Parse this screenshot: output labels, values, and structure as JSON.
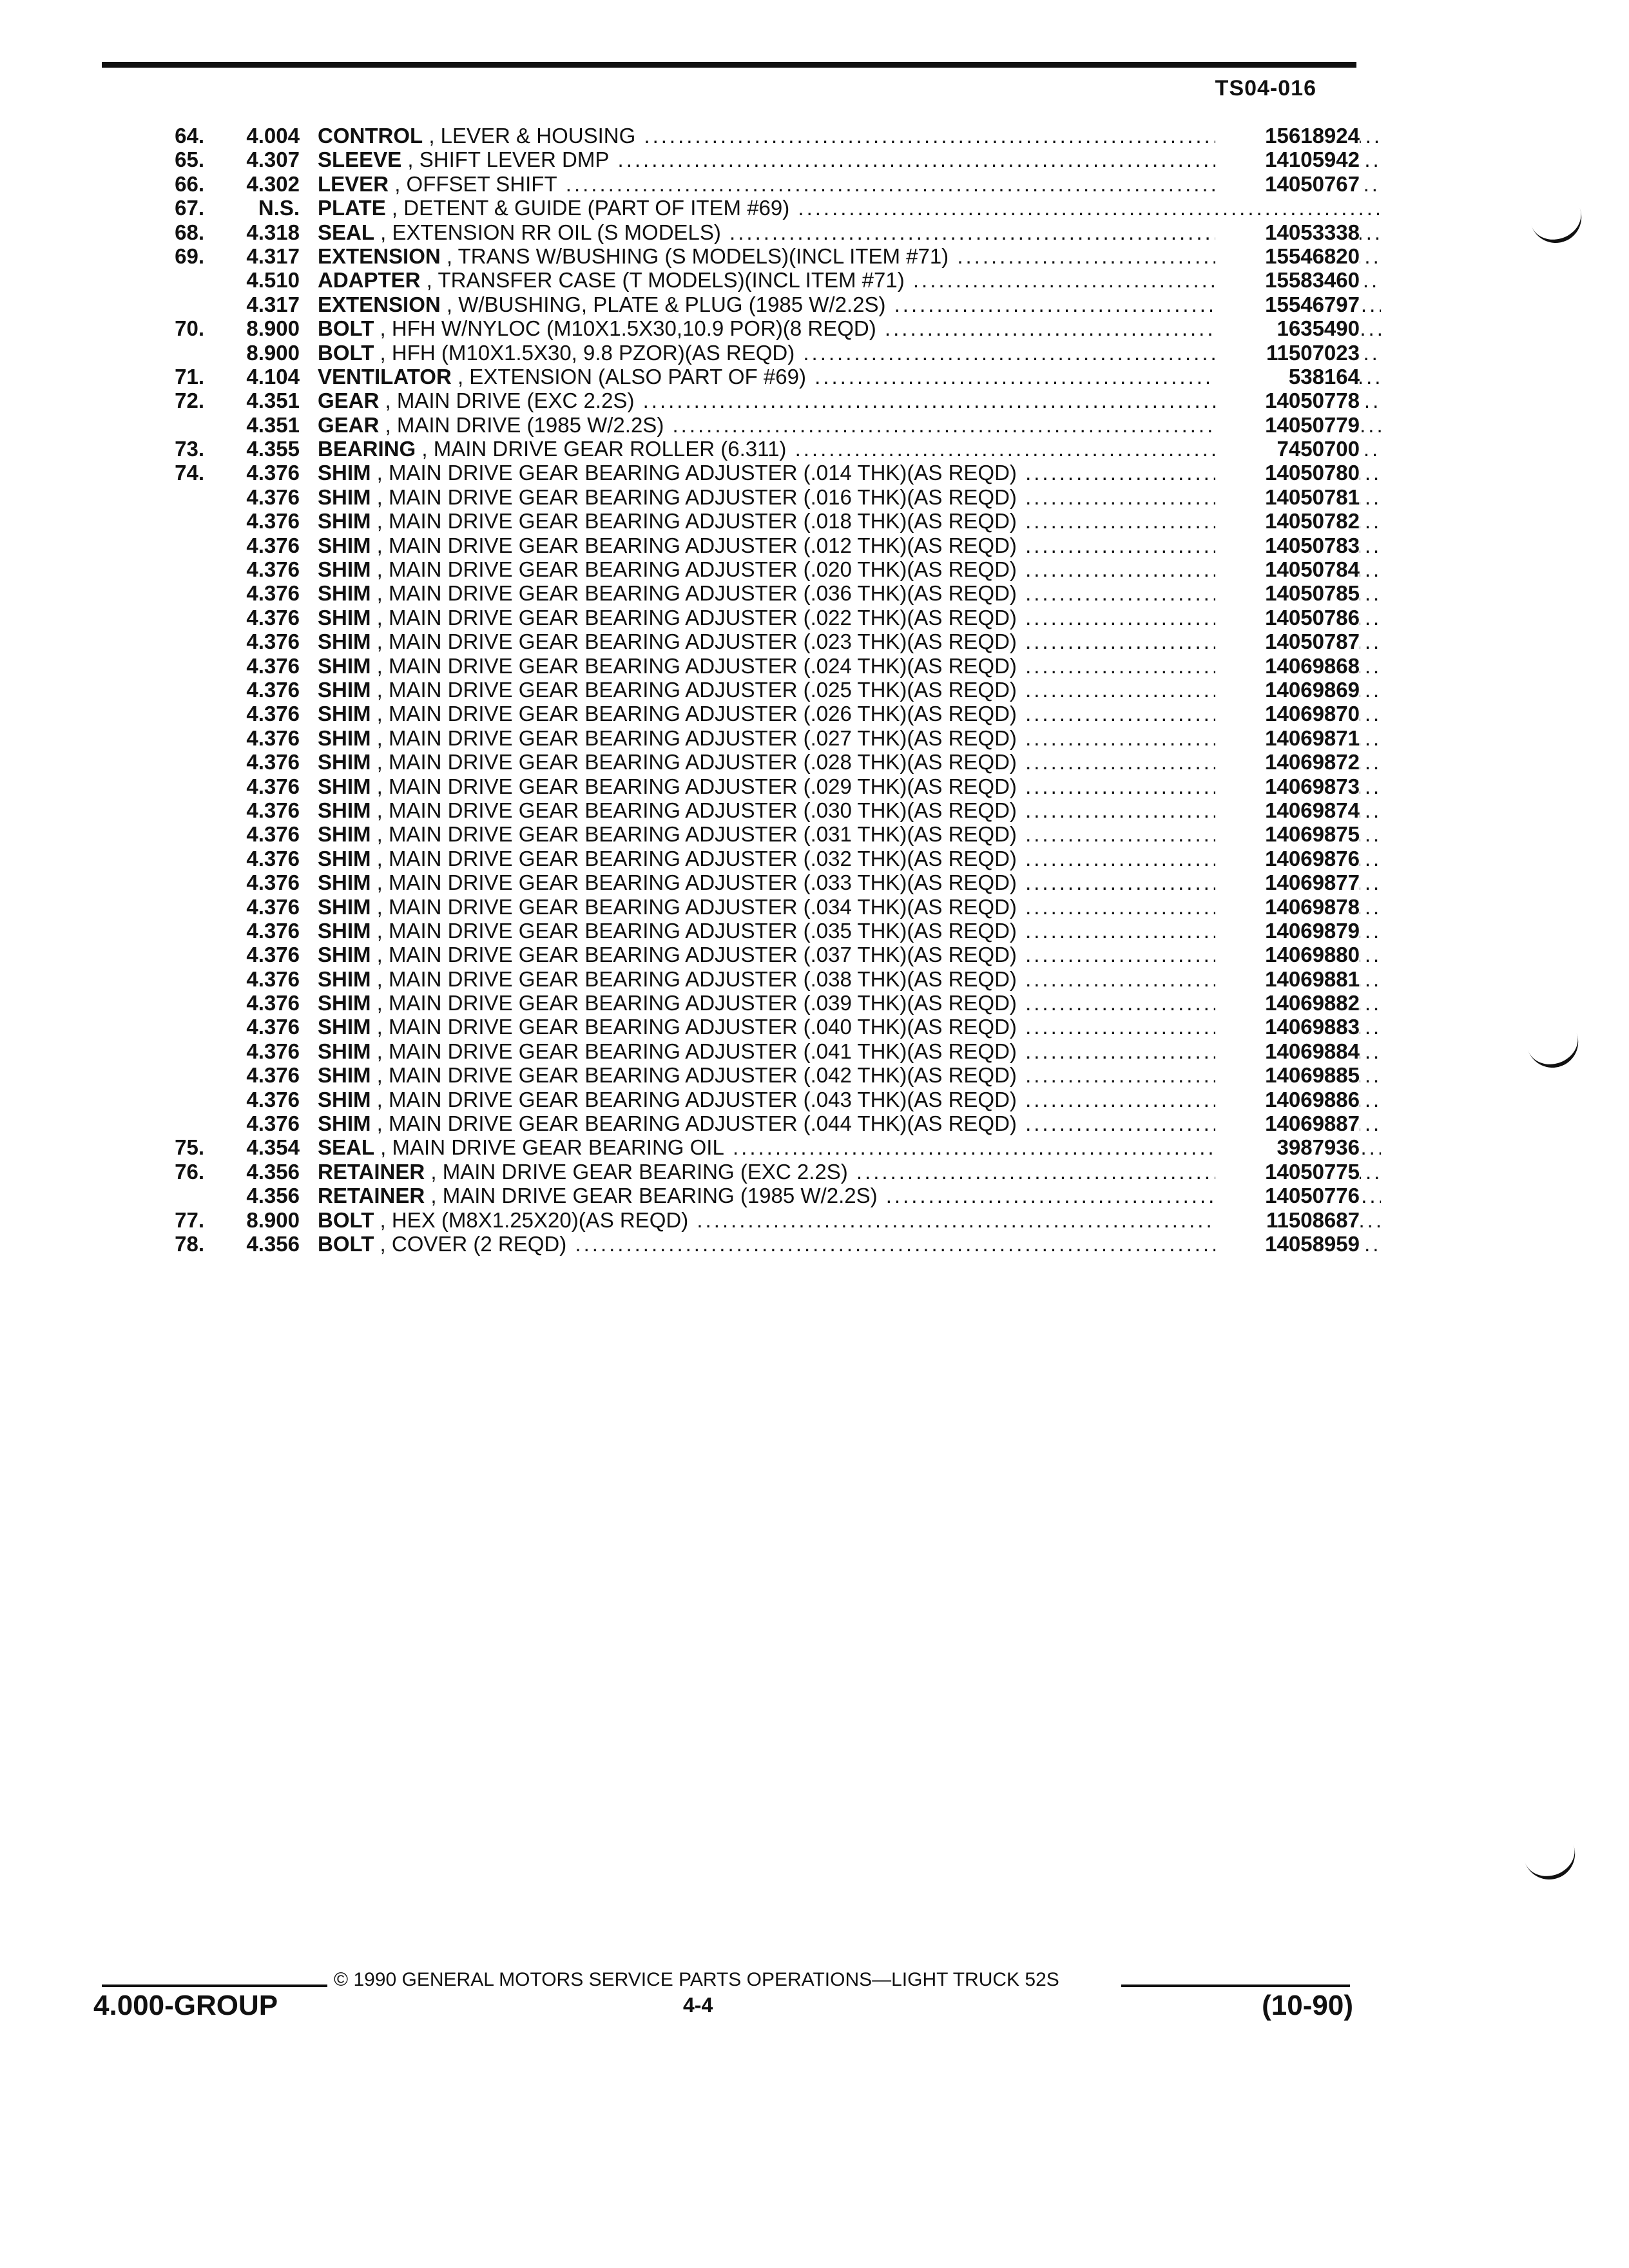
{
  "header": {
    "doc_code": "TS04-016"
  },
  "rows": [
    {
      "item": "64.",
      "grp": "4.004",
      "name": "CONTROL",
      "desc": "LEVER & HOUSING",
      "pn": "15618924"
    },
    {
      "item": "65.",
      "grp": "4.307",
      "name": "SLEEVE",
      "desc": "SHIFT LEVER DMP",
      "pn": "14105942"
    },
    {
      "item": "66.",
      "grp": "4.302",
      "name": "LEVER",
      "desc": "OFFSET SHIFT",
      "pn": "14050767"
    },
    {
      "item": "67.",
      "grp": "N.S.",
      "name": "PLATE",
      "desc": "DETENT & GUIDE (PART OF ITEM #69)",
      "pn": ""
    },
    {
      "item": "68.",
      "grp": "4.318",
      "name": "SEAL",
      "desc": "EXTENSION RR OIL (S MODELS)",
      "pn": "14053338"
    },
    {
      "item": "69.",
      "grp": "4.317",
      "name": "EXTENSION",
      "desc": "TRANS W/BUSHING (S MODELS)(INCL ITEM #71)",
      "pn": "15546820"
    },
    {
      "item": "",
      "grp": "4.510",
      "name": "ADAPTER",
      "desc": "TRANSFER CASE (T MODELS)(INCL ITEM #71)",
      "pn": "15583460"
    },
    {
      "item": "",
      "grp": "4.317",
      "name": "EXTENSION",
      "desc": "W/BUSHING, PLATE & PLUG (1985 W/2.2S)",
      "pn": "15546797"
    },
    {
      "item": "70.",
      "grp": "8.900",
      "name": "BOLT",
      "desc": "HFH W/NYLOC (M10X1.5X30,10.9 POR)(8 REQD)",
      "pn": "1635490"
    },
    {
      "item": "",
      "grp": "8.900",
      "name": "BOLT",
      "desc": "HFH (M10X1.5X30, 9.8 PZOR)(AS REQD)",
      "pn": "11507023"
    },
    {
      "item": "71.",
      "grp": "4.104",
      "name": "VENTILATOR",
      "desc": "EXTENSION (ALSO PART OF #69)",
      "pn": "538164"
    },
    {
      "item": "72.",
      "grp": "4.351",
      "name": "GEAR",
      "desc": "MAIN DRIVE (EXC 2.2S)",
      "pn": "14050778"
    },
    {
      "item": "",
      "grp": "4.351",
      "name": "GEAR",
      "desc": "MAIN DRIVE (1985 W/2.2S)",
      "pn": "14050779"
    },
    {
      "item": "73.",
      "grp": "4.355",
      "name": "BEARING",
      "desc": "MAIN DRIVE GEAR ROLLER (6.311)",
      "pn": "7450700"
    },
    {
      "item": "74.",
      "grp": "4.376",
      "name": "SHIM",
      "desc": "MAIN DRIVE GEAR BEARING ADJUSTER (.014 THK)(AS REQD)",
      "pn": "14050780"
    },
    {
      "item": "",
      "grp": "4.376",
      "name": "SHIM",
      "desc": "MAIN DRIVE GEAR BEARING ADJUSTER (.016 THK)(AS REQD)",
      "pn": "14050781"
    },
    {
      "item": "",
      "grp": "4.376",
      "name": "SHIM",
      "desc": "MAIN DRIVE GEAR BEARING ADJUSTER (.018 THK)(AS REQD)",
      "pn": "14050782"
    },
    {
      "item": "",
      "grp": "4.376",
      "name": "SHIM",
      "desc": "MAIN DRIVE GEAR BEARING ADJUSTER (.012 THK)(AS REQD)",
      "pn": "14050783"
    },
    {
      "item": "",
      "grp": "4.376",
      "name": "SHIM",
      "desc": "MAIN DRIVE GEAR BEARING ADJUSTER (.020 THK)(AS REQD)",
      "pn": "14050784"
    },
    {
      "item": "",
      "grp": "4.376",
      "name": "SHIM",
      "desc": "MAIN DRIVE GEAR BEARING ADJUSTER (.036 THK)(AS REQD)",
      "pn": "14050785"
    },
    {
      "item": "",
      "grp": "4.376",
      "name": "SHIM",
      "desc": "MAIN DRIVE GEAR BEARING ADJUSTER (.022 THK)(AS REQD)",
      "pn": "14050786"
    },
    {
      "item": "",
      "grp": "4.376",
      "name": "SHIM",
      "desc": "MAIN DRIVE GEAR BEARING ADJUSTER (.023 THK)(AS REQD)",
      "pn": "14050787"
    },
    {
      "item": "",
      "grp": "4.376",
      "name": "SHIM",
      "desc": "MAIN DRIVE GEAR BEARING ADJUSTER (.024 THK)(AS REQD)",
      "pn": "14069868"
    },
    {
      "item": "",
      "grp": "4.376",
      "name": "SHIM",
      "desc": "MAIN DRIVE GEAR BEARING ADJUSTER (.025 THK)(AS REQD)",
      "pn": "14069869"
    },
    {
      "item": "",
      "grp": "4.376",
      "name": "SHIM",
      "desc": "MAIN DRIVE GEAR BEARING ADJUSTER (.026 THK)(AS REQD)",
      "pn": "14069870"
    },
    {
      "item": "",
      "grp": "4.376",
      "name": "SHIM",
      "desc": "MAIN DRIVE GEAR BEARING ADJUSTER (.027 THK)(AS REQD)",
      "pn": "14069871"
    },
    {
      "item": "",
      "grp": "4.376",
      "name": "SHIM",
      "desc": "MAIN DRIVE GEAR BEARING ADJUSTER (.028 THK)(AS REQD)",
      "pn": "14069872"
    },
    {
      "item": "",
      "grp": "4.376",
      "name": "SHIM",
      "desc": "MAIN DRIVE GEAR BEARING ADJUSTER (.029 THK)(AS REQD)",
      "pn": "14069873"
    },
    {
      "item": "",
      "grp": "4.376",
      "name": "SHIM",
      "desc": "MAIN DRIVE GEAR BEARING ADJUSTER (.030 THK)(AS REQD)",
      "pn": "14069874"
    },
    {
      "item": "",
      "grp": "4.376",
      "name": "SHIM",
      "desc": "MAIN DRIVE GEAR BEARING ADJUSTER (.031 THK)(AS REQD)",
      "pn": "14069875"
    },
    {
      "item": "",
      "grp": "4.376",
      "name": "SHIM",
      "desc": "MAIN DRIVE GEAR BEARING ADJUSTER (.032 THK)(AS REQD)",
      "pn": "14069876"
    },
    {
      "item": "",
      "grp": "4.376",
      "name": "SHIM",
      "desc": "MAIN DRIVE GEAR BEARING ADJUSTER (.033 THK)(AS REQD)",
      "pn": "14069877"
    },
    {
      "item": "",
      "grp": "4.376",
      "name": "SHIM",
      "desc": "MAIN DRIVE GEAR BEARING ADJUSTER (.034 THK)(AS REQD)",
      "pn": "14069878"
    },
    {
      "item": "",
      "grp": "4.376",
      "name": "SHIM",
      "desc": "MAIN DRIVE GEAR BEARING ADJUSTER (.035 THK)(AS REQD)",
      "pn": "14069879"
    },
    {
      "item": "",
      "grp": "4.376",
      "name": "SHIM",
      "desc": "MAIN DRIVE GEAR BEARING ADJUSTER (.037 THK)(AS REQD)",
      "pn": "14069880"
    },
    {
      "item": "",
      "grp": "4.376",
      "name": "SHIM",
      "desc": "MAIN DRIVE GEAR BEARING ADJUSTER (.038 THK)(AS REQD)",
      "pn": "14069881"
    },
    {
      "item": "",
      "grp": "4.376",
      "name": "SHIM",
      "desc": "MAIN DRIVE GEAR BEARING ADJUSTER (.039 THK)(AS REQD)",
      "pn": "14069882"
    },
    {
      "item": "",
      "grp": "4.376",
      "name": "SHIM",
      "desc": "MAIN DRIVE GEAR BEARING ADJUSTER (.040 THK)(AS REQD)",
      "pn": "14069883"
    },
    {
      "item": "",
      "grp": "4.376",
      "name": "SHIM",
      "desc": "MAIN DRIVE GEAR BEARING ADJUSTER (.041 THK)(AS REQD)",
      "pn": "14069884"
    },
    {
      "item": "",
      "grp": "4.376",
      "name": "SHIM",
      "desc": "MAIN DRIVE GEAR BEARING ADJUSTER (.042 THK)(AS REQD)",
      "pn": "14069885"
    },
    {
      "item": "",
      "grp": "4.376",
      "name": "SHIM",
      "desc": "MAIN DRIVE GEAR BEARING ADJUSTER (.043 THK)(AS REQD)",
      "pn": "14069886"
    },
    {
      "item": "",
      "grp": "4.376",
      "name": "SHIM",
      "desc": "MAIN DRIVE GEAR BEARING ADJUSTER (.044 THK)(AS REQD)",
      "pn": "14069887"
    },
    {
      "item": "75.",
      "grp": "4.354",
      "name": "SEAL",
      "desc": "MAIN DRIVE GEAR BEARING OIL",
      "pn": "3987936"
    },
    {
      "item": "76.",
      "grp": "4.356",
      "name": "RETAINER",
      "desc": "MAIN DRIVE GEAR BEARING (EXC 2.2S)",
      "pn": "14050775"
    },
    {
      "item": "",
      "grp": "4.356",
      "name": "RETAINER",
      "desc": "MAIN DRIVE GEAR BEARING (1985 W/2.2S)",
      "pn": "14050776"
    },
    {
      "item": "77.",
      "grp": "8.900",
      "name": "BOLT",
      "desc": "HEX (M8X1.25X20)(AS REQD)",
      "pn": "11508687"
    },
    {
      "item": "78.",
      "grp": "4.356",
      "name": "BOLT",
      "desc": "COVER (2 REQD)",
      "pn": "14058959"
    }
  ],
  "footer": {
    "copyright": "© 1990 GENERAL MOTORS SERVICE PARTS OPERATIONS—LIGHT TRUCK 52S",
    "group_label": "4.000-GROUP",
    "page": "4-4",
    "date": "(10-90)"
  }
}
